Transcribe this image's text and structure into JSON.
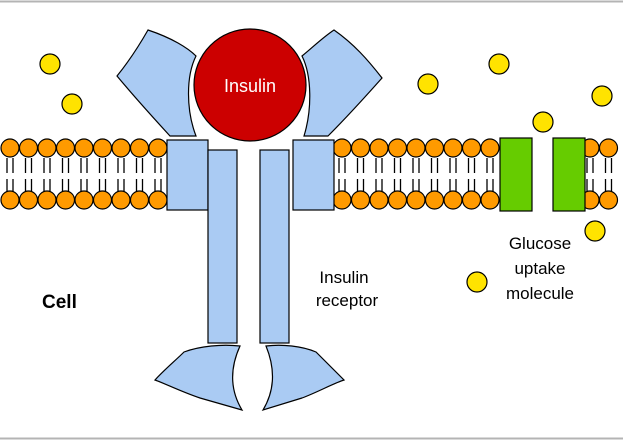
{
  "labels": {
    "insulin": "Insulin",
    "cell": "Cell",
    "receptor_line1": "Insulin",
    "receptor_line2": "receptor",
    "glucose_line1": "Glucose",
    "glucose_line2": "uptake",
    "glucose_line3": "molecule"
  },
  "colors": {
    "insulin": "#cc0000",
    "receptor": "#aacbf3",
    "glucose_channel": "#66cc00",
    "glucose": "#ffe300",
    "lipid": "#ff9a00",
    "frame": "#b4b4b4"
  }
}
